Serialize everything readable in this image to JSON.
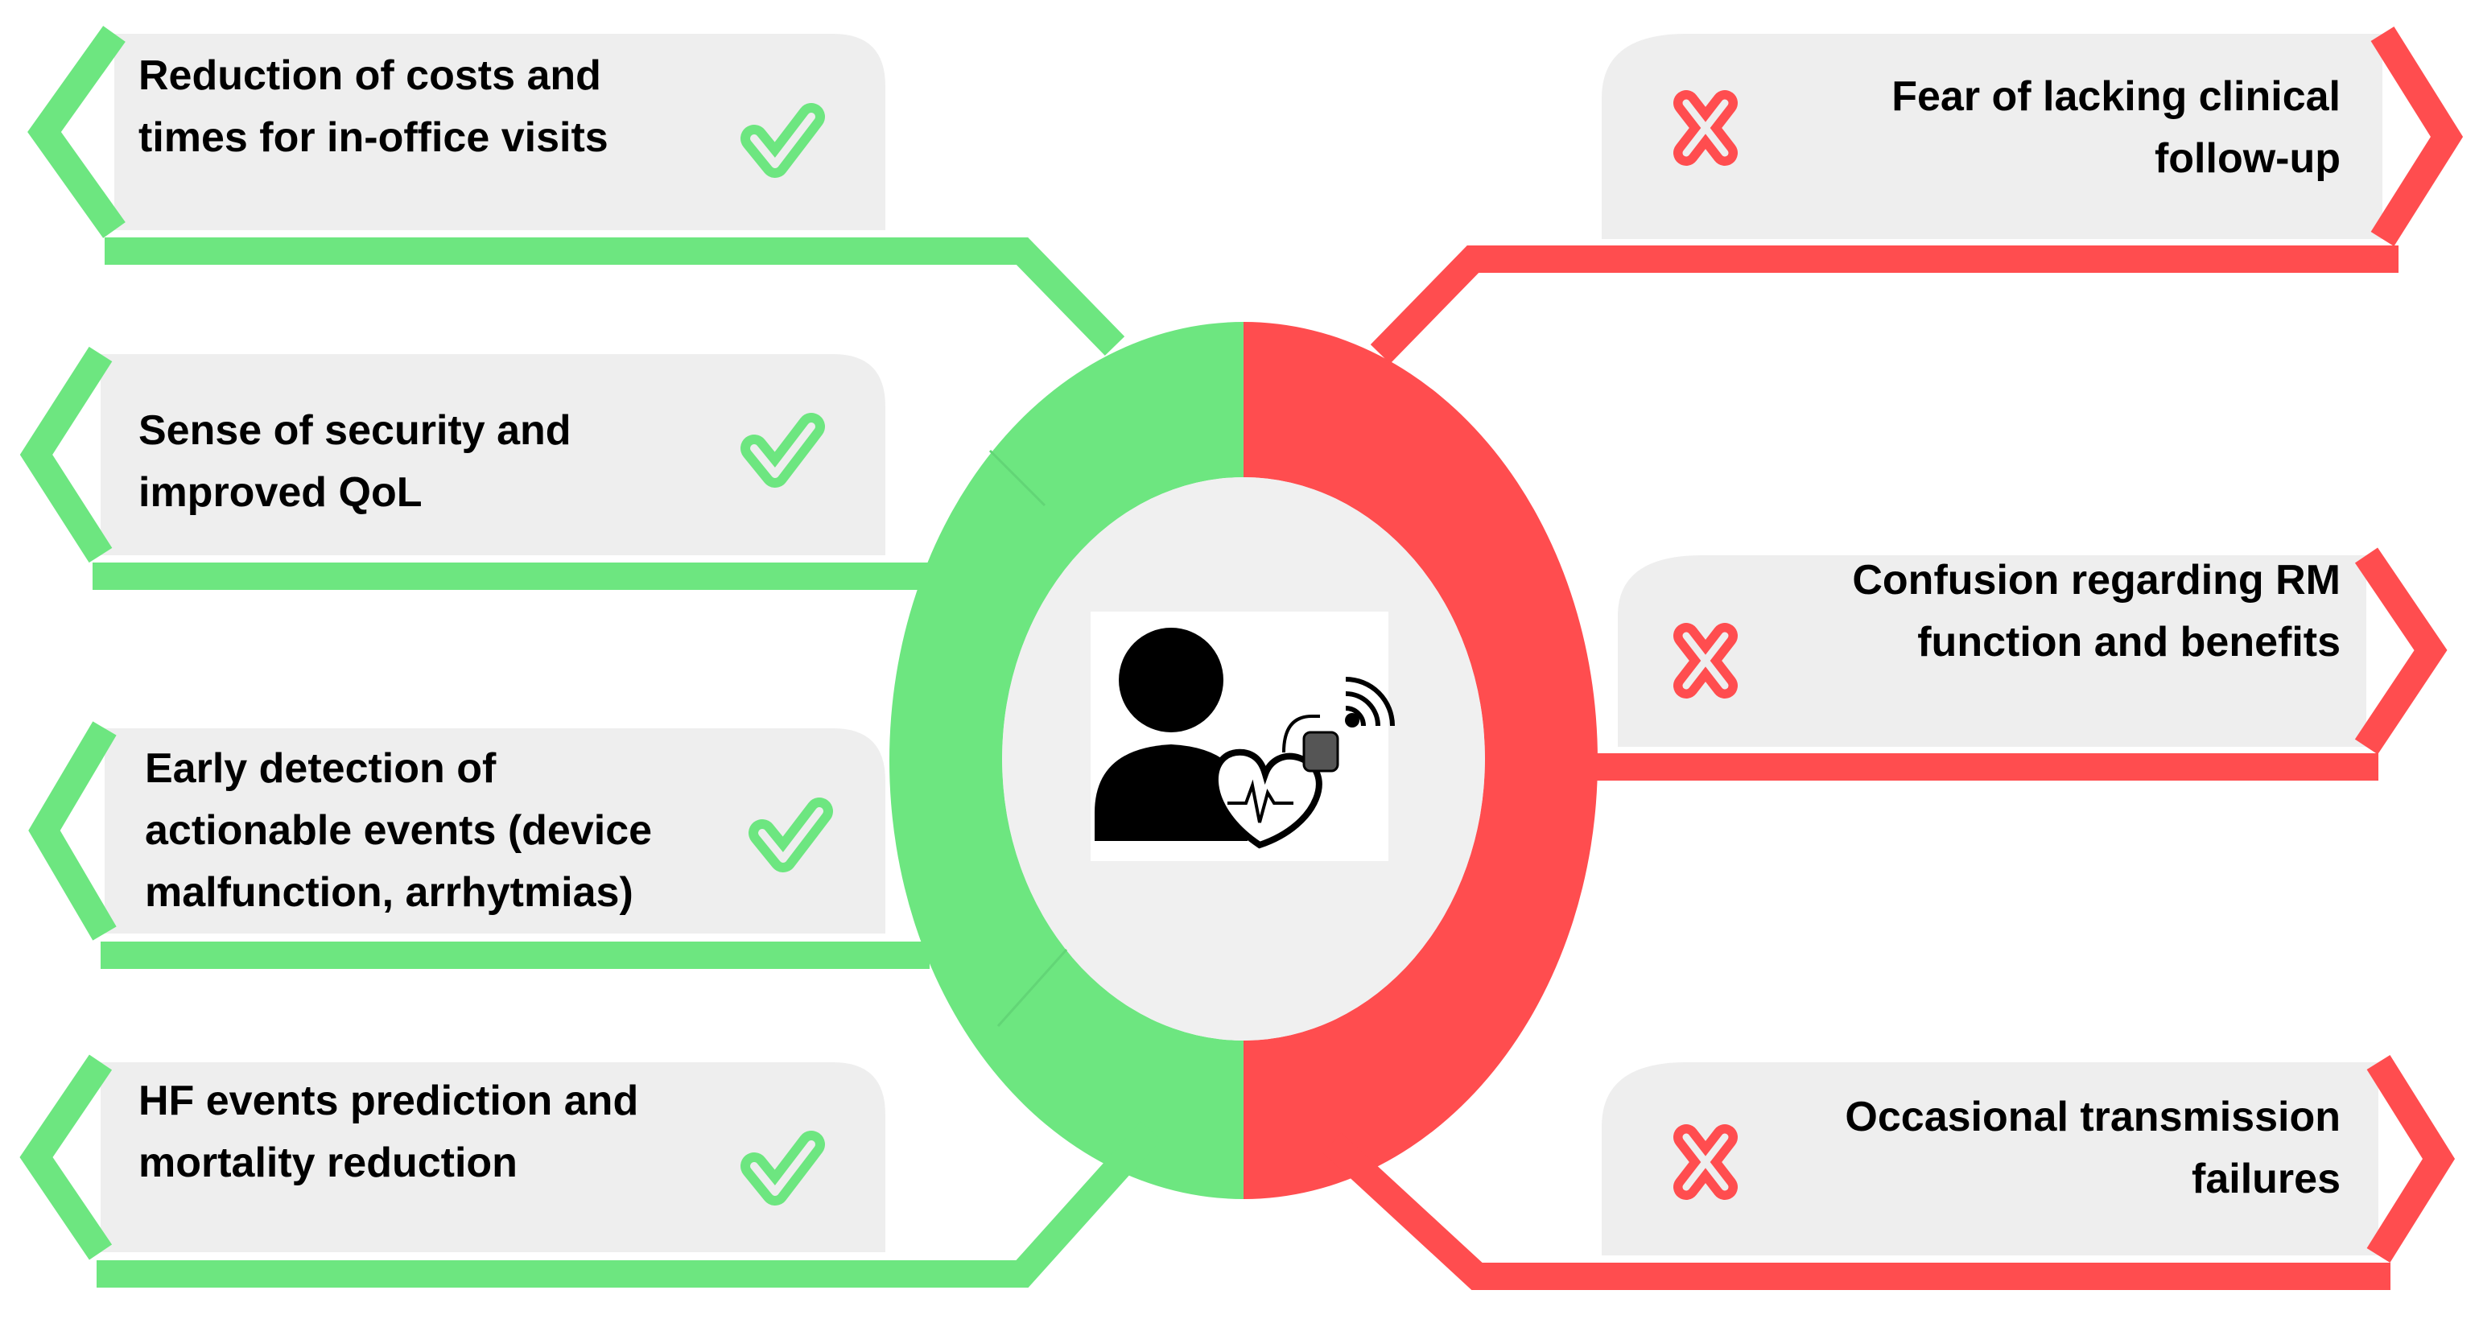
{
  "colors": {
    "advantage": "#6de680",
    "disadvantage": "#ff4d4f",
    "panel": "#eeeeee",
    "center": "#f0f0f0",
    "icon": "#000000"
  },
  "advantages": [
    {
      "lines": [
        "Reduction of costs and",
        "times for in-office visits"
      ],
      "icon": "check-icon"
    },
    {
      "lines": [
        "Sense of security and",
        "improved QoL"
      ],
      "icon": "check-icon"
    },
    {
      "lines": [
        "Early detection of",
        "actionable events (device",
        "malfunction, arrhytmias)"
      ],
      "icon": "check-icon"
    },
    {
      "lines": [
        "HF events prediction and",
        "mortality reduction"
      ],
      "icon": "check-icon"
    }
  ],
  "disadvantages": [
    {
      "lines": [
        "Fear of lacking clinical",
        "follow-up"
      ],
      "icon": "cross-icon"
    },
    {
      "lines": [
        "Confusion regarding RM",
        "function and benefits"
      ],
      "icon": "cross-icon"
    },
    {
      "lines": [
        "Occasional transmission",
        "failures"
      ],
      "icon": "cross-icon"
    }
  ],
  "center": {
    "icon": "patient-with-cardiac-device-icon"
  }
}
